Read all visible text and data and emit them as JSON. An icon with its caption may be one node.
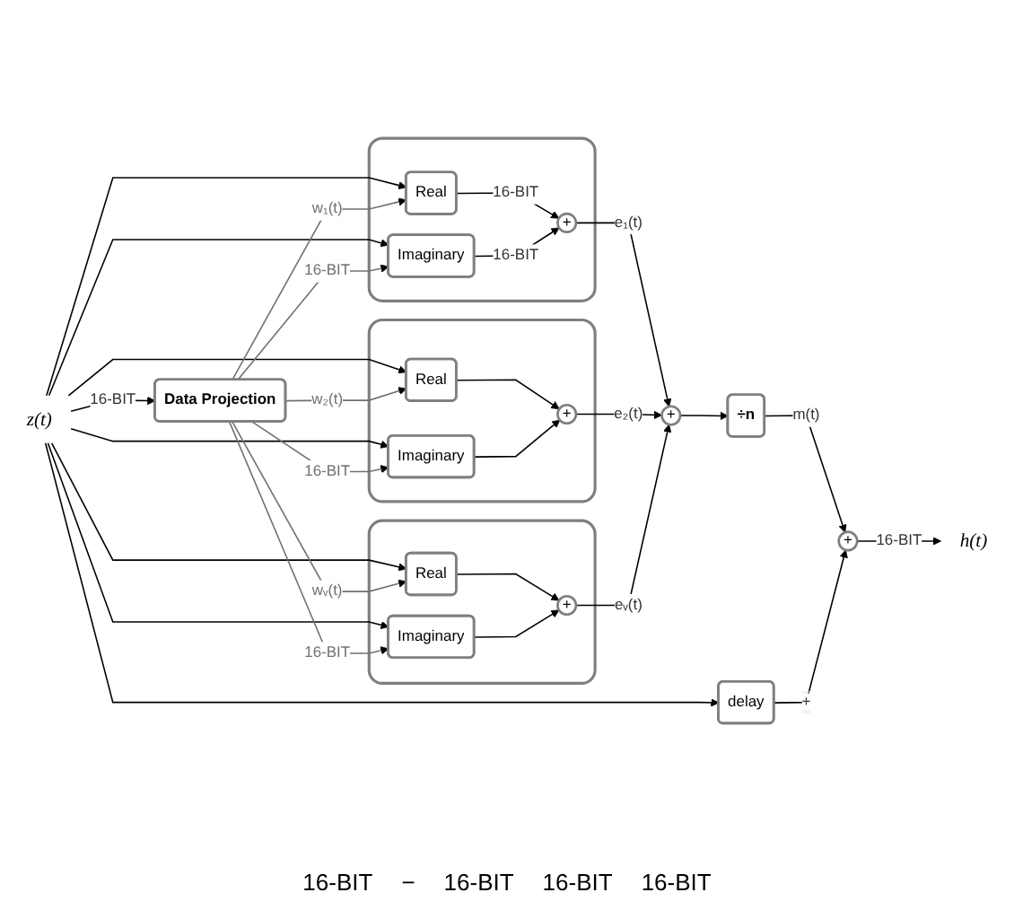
{
  "diagram": {
    "nodes": [
      {
        "text": [
          "z(t)"
        ]
      },
      {
        "text": [
          "Data Projection"
        ]
      },
      {
        "text": [
          "delay"
        ]
      },
      {
        "text": [],
        "shape": "box"
      },
      {
        "text": [
          "Real"
        ],
        "in": 3
      },
      {
        "text": [
          "Imaginary"
        ],
        "in": 3
      },
      {
        "text": [
          "+"
        ],
        "in": 3
      },
      {
        "text": [],
        "shape": "box"
      },
      {
        "text": [
          "Real"
        ],
        "in": 7
      },
      {
        "text": [
          "Imaginary"
        ],
        "in": 7
      },
      {
        "text": [
          "+"
        ],
        "in": 7
      },
      {
        "text": [],
        "shape": "box"
      },
      {
        "text": [
          "Real"
        ],
        "in": 11
      },
      {
        "text": [
          "Imaginary"
        ],
        "in": 11
      },
      {
        "text": [
          "+"
        ],
        "in": 11
      },
      {
        "text": [
          "+"
        ]
      },
      {
        "text": [
          "÷n"
        ]
      },
      {
        "text": [
          "+"
        ]
      },
      {
        "text": [
          "h(t)"
        ]
      }
    ],
    "edges": [
      {
        "from": 0,
        "to": 1,
        "arrow": "to",
        "label": "16-BIT"
      },
      {
        "from": 0,
        "to": 2,
        "arrow": "to"
      },
      {
        "from": 0,
        "to": 4,
        "arrow": "to"
      },
      {
        "from": 0,
        "to": 5,
        "arrow": "to"
      },
      {
        "from": 0,
        "to": 8,
        "arrow": "to"
      },
      {
        "from": 0,
        "to": 9,
        "arrow": "to"
      },
      {
        "from": 0,
        "to": 12,
        "arrow": "to"
      },
      {
        "from": 0,
        "to": 13,
        "arrow": "to"
      },
      {
        "from": 1,
        "to": 4,
        "arrow": "to",
        "label": "w₁(t)",
        "color": "#707070"
      },
      {
        "from": 1,
        "to": 5,
        "arrow": "to",
        "label": "16-BIT",
        "color": "#707070"
      },
      {
        "from": 1,
        "to": 8,
        "arrow": "to",
        "label": "w₂(t)",
        "color": "#707070"
      },
      {
        "from": 1,
        "to": 9,
        "arrow": "to",
        "label": "16-BIT",
        "color": "#707070"
      },
      {
        "from": 1,
        "to": 12,
        "arrow": "to",
        "label": "wᵥ(t)",
        "color": "#707070"
      },
      {
        "from": 1,
        "to": 13,
        "arrow": "to",
        "label": "16-BIT",
        "color": "#707070"
      },
      {
        "from": 4,
        "to": 6,
        "arrow": "to",
        "label": "16-BIT"
      },
      {
        "from": 5,
        "to": 6,
        "arrow": "to",
        "label": "16-BIT"
      },
      {
        "from": 8,
        "to": 10,
        "arrow": "to"
      },
      {
        "from": 9,
        "to": 10,
        "arrow": "to"
      },
      {
        "from": 12,
        "to": 14,
        "arrow": "to"
      },
      {
        "from": 13,
        "to": 14,
        "arrow": "to"
      },
      {
        "from": 6,
        "to": 15,
        "arrow": "to",
        "label": "e₁(t)"
      },
      {
        "from": 10,
        "to": 15,
        "arrow": "to",
        "label": "e₂(t)"
      },
      {
        "from": 14,
        "to": 15,
        "arrow": "to",
        "label": "eᵥ(t)"
      },
      {
        "from": 15,
        "to": 16,
        "arrow": "to"
      },
      {
        "from": 16,
        "to": 17,
        "arrow": "to",
        "label": "m(t)"
      },
      {
        "from": 2,
        "to": 17,
        "arrow": "to",
        "label": "+"
      },
      {
        "from": 17,
        "to": 18,
        "arrow": "to",
        "label": "16-BIT"
      }
    ],
    "labels": [
      "16-BIT",
      "−",
      "16-BIT",
      "16-BIT",
      "16-BIT"
    ]
  }
}
